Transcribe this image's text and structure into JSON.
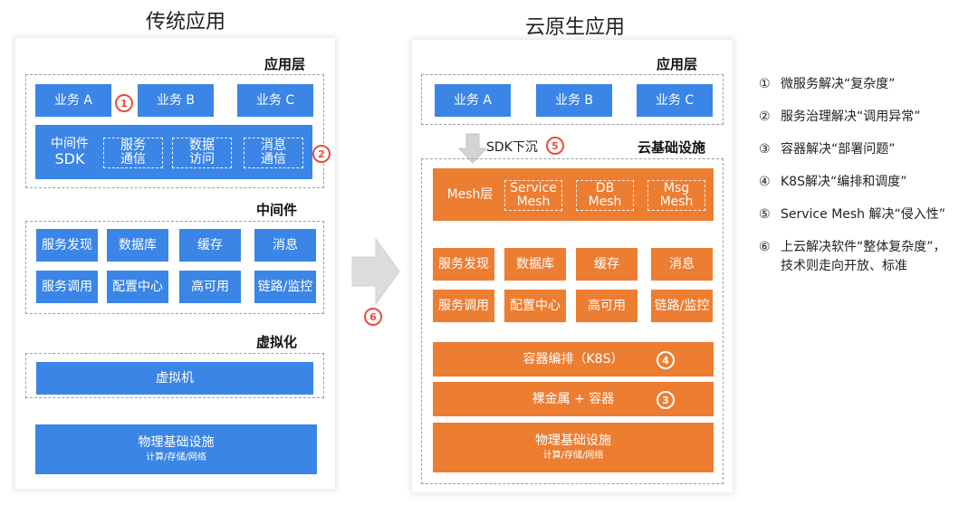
{
  "left": {
    "title": "传统应用",
    "app_layer": "应用层",
    "biz": [
      "业务 A",
      "业务 B",
      "业务 C"
    ],
    "sdk_main": [
      "中间件",
      "SDK"
    ],
    "sdk_items": [
      [
        "服务",
        "通信"
      ],
      [
        "数据",
        "访问"
      ],
      [
        "消息",
        "通信"
      ]
    ],
    "middleware": "中间件",
    "mw_items": [
      "服务发现",
      "数据库",
      "缓存",
      "消息",
      "服务调用",
      "配置中心",
      "高可用",
      "链路/监控"
    ],
    "virt": "虚拟化",
    "vm": "虚拟机",
    "phys": "物理基础设施",
    "phys_sub": "计算/存储/网络"
  },
  "right": {
    "title": "云原生应用",
    "app_layer": "应用层",
    "biz": [
      "业务 A",
      "业务 B",
      "业务 C"
    ],
    "sdk_down": "SDK下沉",
    "cloud_infra": "云基础设施",
    "mesh_label": "Mesh层",
    "mesh_items": [
      [
        "Service",
        "Mesh"
      ],
      [
        "DB",
        "Mesh"
      ],
      [
        "Msg",
        "Mesh"
      ]
    ],
    "mw_items": [
      "服务发现",
      "数据库",
      "缓存",
      "消息",
      "服务调用",
      "配置中心",
      "高可用",
      "链路/监控"
    ],
    "k8s": "容器编排（K8S）",
    "bare": "裸金属 + 容器",
    "phys": "物理基础设施",
    "phys_sub": "计算/存储/网络"
  },
  "markers": [
    "1",
    "2",
    "3",
    "4",
    "5",
    "6"
  ],
  "notes": [
    {
      "num": "①",
      "lines": [
        "微服务解决“复杂度”"
      ]
    },
    {
      "num": "②",
      "lines": [
        "服务治理解决“调用异常”"
      ]
    },
    {
      "num": "③",
      "lines": [
        "容器解决“部署问题”"
      ]
    },
    {
      "num": "④",
      "lines": [
        "K8S解决“编排和调度”"
      ]
    },
    {
      "num": "⑤",
      "lines": [
        "Service Mesh 解决“侵入性”"
      ]
    },
    {
      "num": "⑥",
      "lines": [
        "上云解决软件“整体复杂度”，",
        "技术则走向开放、标准"
      ]
    }
  ],
  "colors": {
    "blue": "#3a85e6",
    "orange": "#ed7d31",
    "marker": "#e94b3c"
  }
}
